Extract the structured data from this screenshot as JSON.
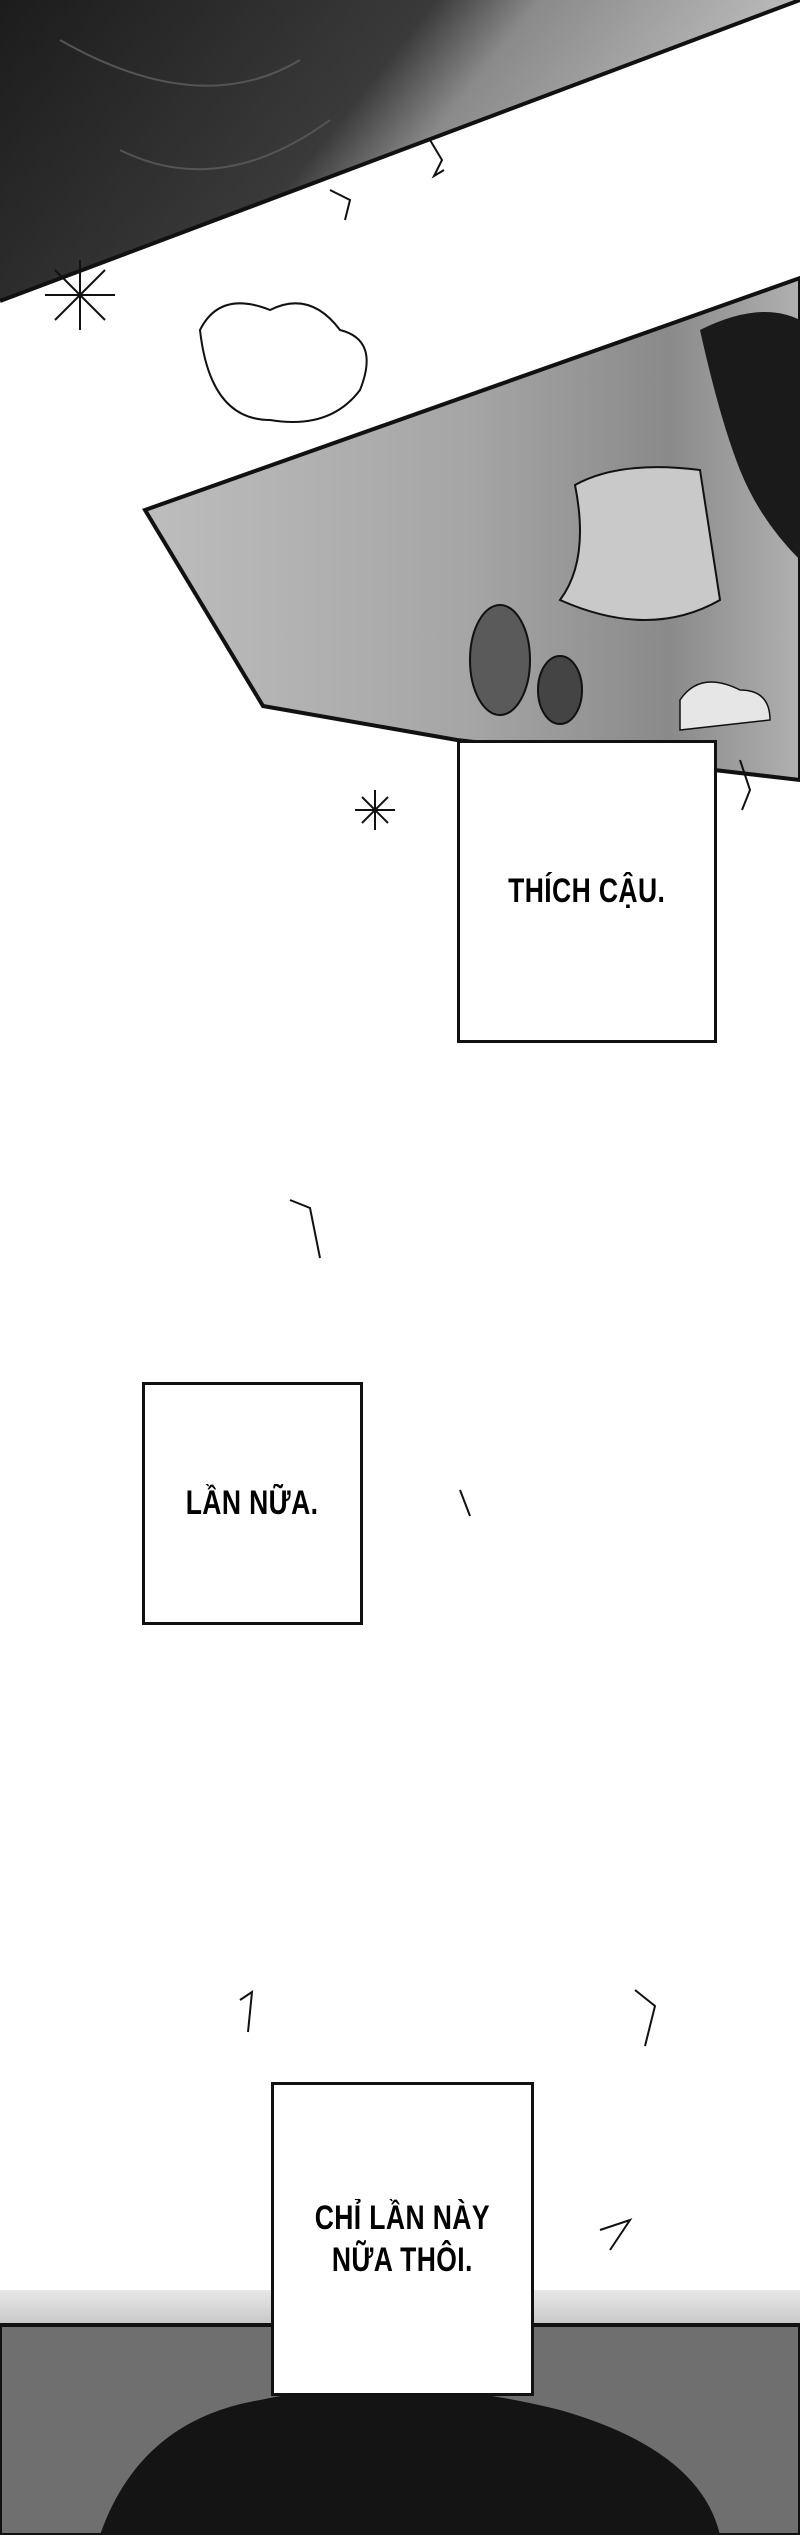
{
  "captions": {
    "first": "THÍCH CẬU.",
    "second": "LẦN NỮA.",
    "third_line1": "CHỈ LẦN NÀY",
    "third_line2": "NỮA THÔI."
  },
  "colors": {
    "ink": "#111111",
    "paper": "#ffffff",
    "dark_panel": "#2a2a2a",
    "mid_gray": "#9a9a9a"
  }
}
